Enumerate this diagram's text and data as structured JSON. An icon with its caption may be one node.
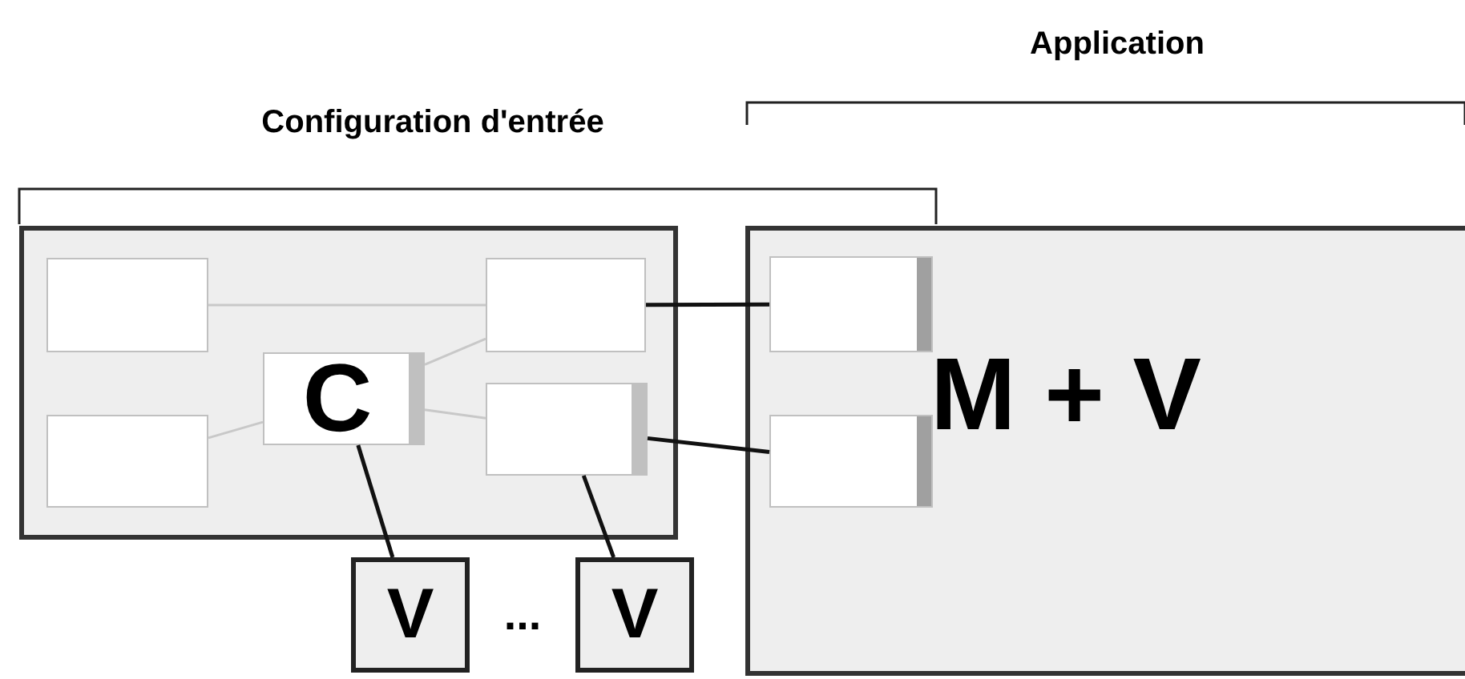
{
  "diagram": {
    "nodes": [
      {
        "text": [],
        "shape": "box"
      },
      {
        "text": [],
        "shape": "box",
        "in": 0
      },
      {
        "text": [],
        "shape": "box",
        "in": 0
      },
      {
        "text": [
          "C"
        ],
        "in": 0
      },
      {
        "text": [],
        "shape": "box",
        "in": 0
      },
      {
        "text": [],
        "shape": "box",
        "in": 0
      },
      {
        "text": [
          "V"
        ]
      },
      {
        "text": [
          "V"
        ]
      },
      {
        "text": [
          "M + V"
        ]
      },
      {
        "text": [],
        "shape": "box",
        "in": 8
      },
      {
        "text": [],
        "shape": "box",
        "in": 8
      }
    ],
    "edges": [
      {
        "from": 1,
        "to": 4,
        "arrow": "none",
        "color": "#c8c8c8"
      },
      {
        "from": 2,
        "to": 3,
        "arrow": "none",
        "color": "#c8c8c8"
      },
      {
        "from": 3,
        "to": 4,
        "arrow": "none",
        "color": "#c8c8c8"
      },
      {
        "from": 3,
        "to": 5,
        "arrow": "none",
        "color": "#c8c8c8"
      },
      {
        "from": 4,
        "to": 9,
        "arrow": "none",
        "color": "#111111"
      },
      {
        "from": 5,
        "to": 10,
        "arrow": "none",
        "color": "#111111"
      },
      {
        "from": 3,
        "to": 6,
        "arrow": "none",
        "color": "#111111"
      },
      {
        "from": 5,
        "to": 7,
        "arrow": "none",
        "color": "#111111"
      }
    ],
    "labels": [
      "Application",
      "Configuration d'entrée",
      "..."
    ]
  }
}
